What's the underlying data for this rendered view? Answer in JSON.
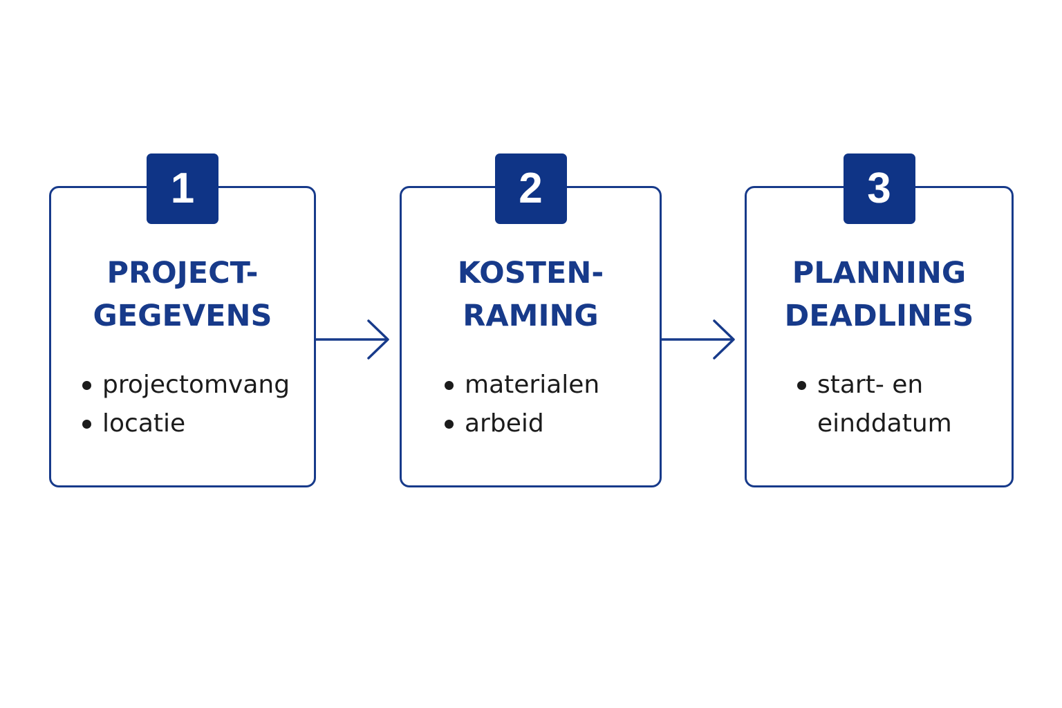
{
  "colors": {
    "accent": "#0f3486",
    "border": "#173a8a",
    "text": "#1b1b1b",
    "background": "#ffffff"
  },
  "steps": [
    {
      "number": "1",
      "title_lines": [
        "PROJECT-",
        "GEGEVENS"
      ],
      "bullets": [
        "projectomvang",
        "locatie"
      ]
    },
    {
      "number": "2",
      "title_lines": [
        "KOSTEN-",
        "RAMING"
      ],
      "bullets": [
        "materialen",
        "arbeid"
      ]
    },
    {
      "number": "3",
      "title_lines": [
        "PLANNING",
        "DEADLINES"
      ],
      "bullets": [
        "start- en\neinddatum"
      ]
    }
  ],
  "arrows": [
    {
      "icon": "arrow-right-icon",
      "from": "1",
      "to": "2"
    },
    {
      "icon": "arrow-right-icon",
      "from": "2",
      "to": "3"
    }
  ]
}
